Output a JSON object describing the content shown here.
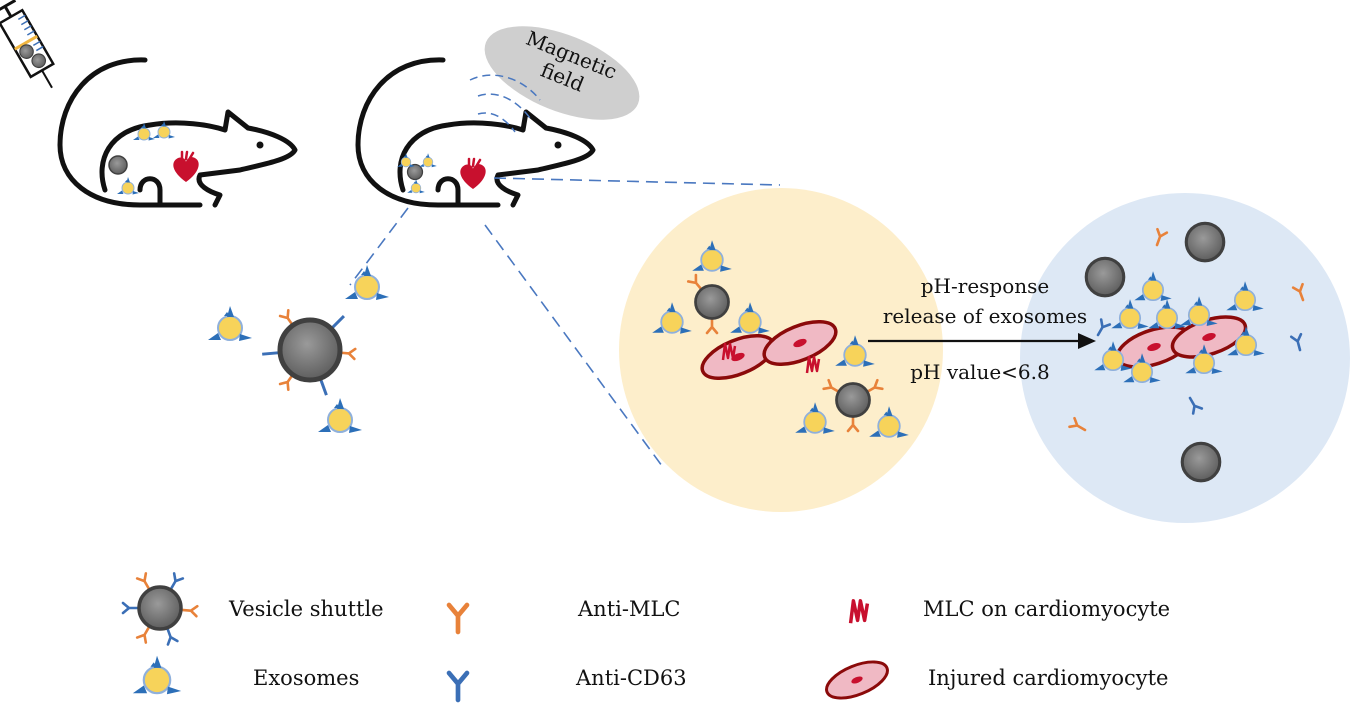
{
  "figure": {
    "magnetic_field_label": [
      "Magnetic",
      "field"
    ],
    "arrow": {
      "top_line_1": "pH-response",
      "top_line_2": "release of exosomes",
      "bottom_line": "pH value<6.8"
    }
  },
  "legend": {
    "items": [
      {
        "icon": "vesicle-shuttle-icon",
        "label": "Vesicle shuttle"
      },
      {
        "icon": "exosome-icon",
        "label": "Exosomes"
      },
      {
        "icon": "anti-mlc-icon",
        "label": "Anti-MLC"
      },
      {
        "icon": "anti-cd63-icon",
        "label": "Anti-CD63"
      },
      {
        "icon": "mlc-icon",
        "label": "MLC on cardiomyocyte"
      },
      {
        "icon": "injured-cardiomyocyte-icon",
        "label": "Injured cardiomyocyte"
      }
    ]
  },
  "colors": {
    "anti_mlc": "#e8823a",
    "anti_cd63": "#3b6fb6",
    "exosome_fill": "#f7d35a",
    "vesicle": "#6b6b6b",
    "cardiomyocyte_fill": "#f0b9c4",
    "cardiomyocyte_stroke": "#8b0a0a",
    "heart": "#c8102e",
    "yellow_zone": "#fdeecb",
    "blue_zone": "#dde8f5",
    "magnetic_bubble": "#cfcfcf",
    "dash_line": "#4a78c0"
  }
}
